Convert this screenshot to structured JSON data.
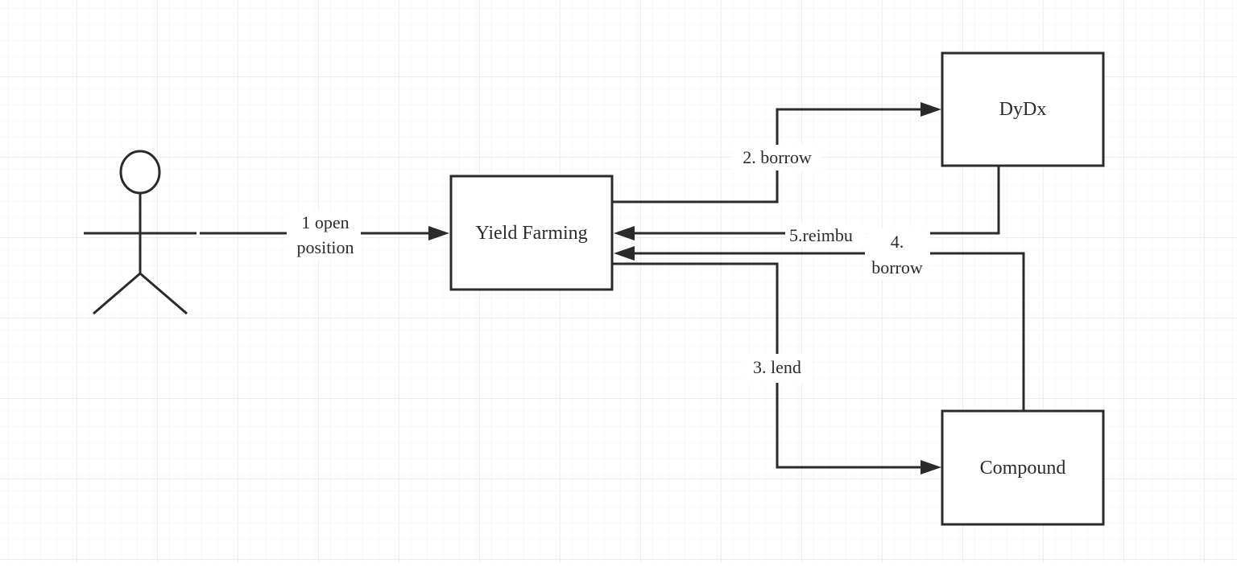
{
  "colors": {
    "line": "#2b2b2b",
    "grid_minor": "#f1f1f1",
    "grid_major": "#e3e3e3",
    "background": "#ffffff"
  },
  "actor": {
    "icon": "stick-figure-icon"
  },
  "nodes": {
    "yield_farming": "Yield Farming",
    "dydx": "DyDx",
    "compound": "Compound"
  },
  "edges": {
    "open_position": {
      "line1": "1 open",
      "line2": "position"
    },
    "borrow_dydx": "2. borrow",
    "lend": "3. lend",
    "borrow_compound": {
      "line1": "4.",
      "line2": "borrow"
    },
    "reimburse": "5.reimbu"
  }
}
